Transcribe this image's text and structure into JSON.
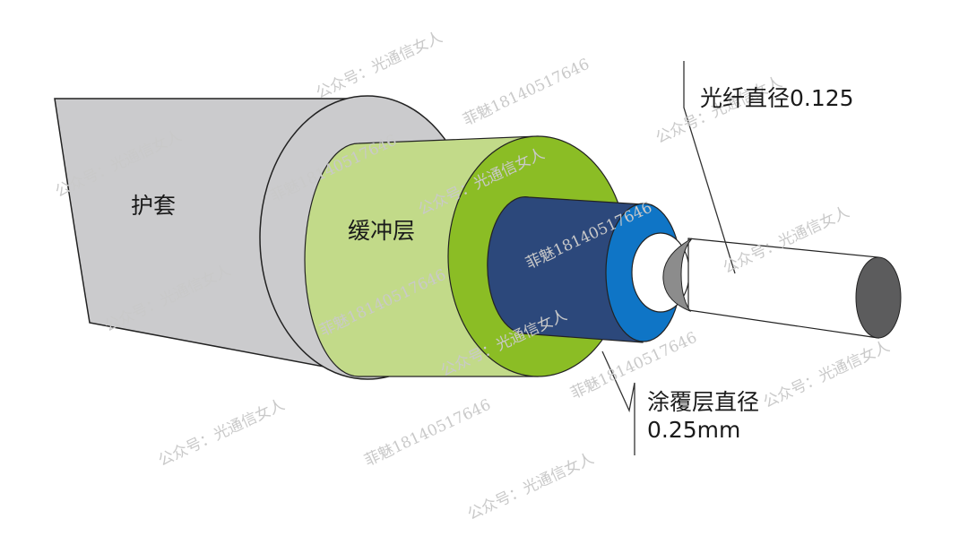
{
  "labels": {
    "jacket": "护套",
    "buffer": "缓冲层",
    "fiber_diameter": "光纤直径0.125",
    "coating_line1": "涂覆层直径",
    "coating_line2": "0.25mm"
  },
  "watermarks": {
    "account": "公众号：光通信女人",
    "contact": "菲魅18140517646"
  },
  "colors": {
    "jacket": "#cbcbcd",
    "buffer_side": "#c2da89",
    "buffer_face": "#8bbd25",
    "coating_side": "#2c487b",
    "coating_face": "#0f75c6",
    "cladding": "#ffffff",
    "core": "#8c8c8c",
    "fiber_end": "#5c5c5d"
  }
}
